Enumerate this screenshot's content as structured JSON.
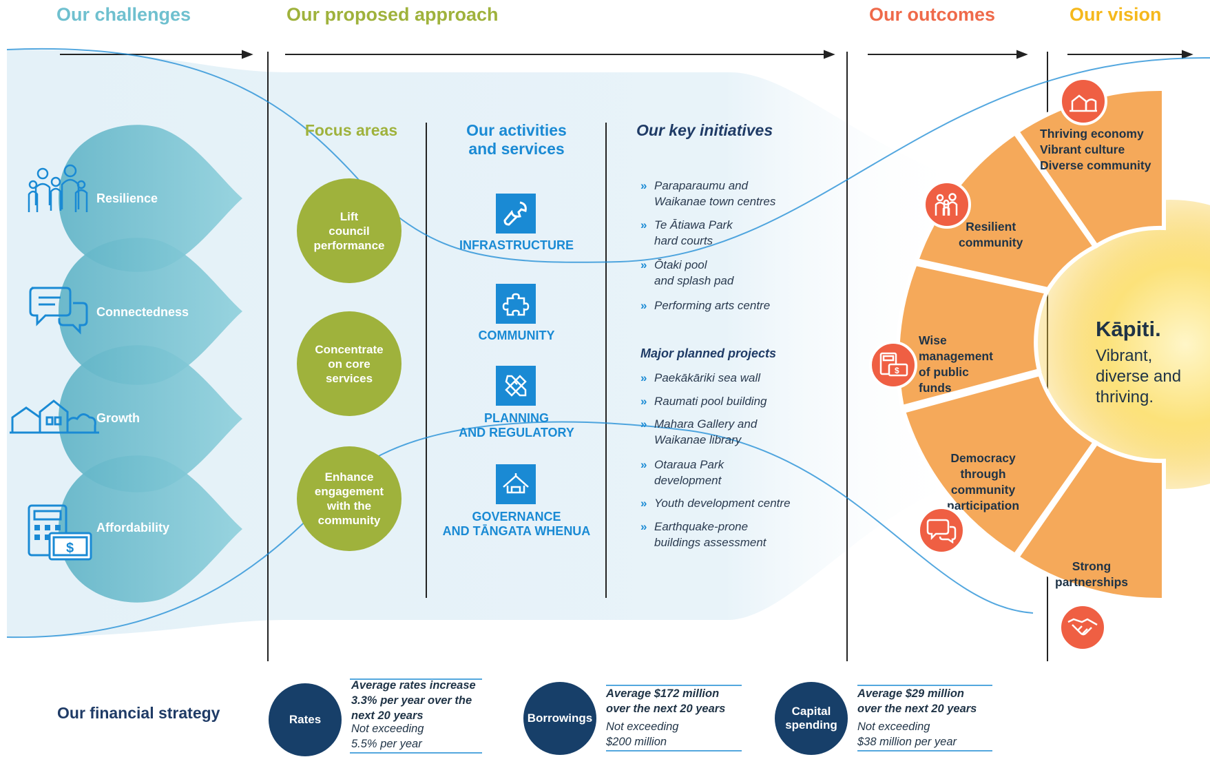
{
  "headers": {
    "challenges": "Our challenges",
    "approach": "Our proposed approach",
    "outcomes": "Our outcomes",
    "vision": "Our vision"
  },
  "challenges": [
    {
      "label": "Resilience",
      "icon": "family-icon"
    },
    {
      "label": "Connectedness",
      "icon": "speech-bubbles-icon"
    },
    {
      "label": "Growth",
      "icon": "houses-icon"
    },
    {
      "label": "Affordability",
      "icon": "calculator-money-icon"
    }
  ],
  "approach": {
    "focus_title": "Focus areas",
    "activities_title": "Our activities\nand services",
    "initiatives_title": "Our key initiatives",
    "focus_areas": [
      "Lift\ncouncil\nperformance",
      "Concentrate\non core\nservices",
      "Enhance\nengagement\nwith the\ncommunity"
    ],
    "activities": [
      {
        "label": "INFRASTRUCTURE",
        "icon": "wrench-icon"
      },
      {
        "label": "COMMUNITY",
        "icon": "puzzle-icon"
      },
      {
        "label": "PLANNING\nAND REGULATORY",
        "icon": "ruler-pencil-icon"
      },
      {
        "label": "GOVERNANCE\nAND TĀNGATA WHENUA",
        "icon": "marae-icon"
      }
    ],
    "key_initiatives": [
      "Paraparaumu and\nWaikanae town centres",
      "Te Ātiawa Park\nhard courts",
      "Ōtaki pool\nand splash pad",
      "Performing arts centre"
    ],
    "major_projects_title": "Major planned projects",
    "major_projects": [
      "Paekākāriki sea wall",
      "Raumati pool building",
      "Mahara Gallery and\nWaikanae library",
      "Otaraua Park\ndevelopment",
      "Youth development centre",
      "Earthquake-prone\nbuildings assessment"
    ]
  },
  "outcomes": [
    {
      "label": "Thriving economy\nVibrant culture\nDiverse community",
      "icon": "town-icon"
    },
    {
      "label": "Resilient\ncommunity",
      "icon": "family-icon"
    },
    {
      "label": "Wise\nmanagement\nof public\nfunds",
      "icon": "calculator-money-icon"
    },
    {
      "label": "Democracy\nthrough\ncommunity\nparticipation",
      "icon": "speech-bubbles-icon"
    },
    {
      "label": "Strong\npartnerships",
      "icon": "handshake-icon"
    }
  ],
  "vision": {
    "title": "Kāpiti.",
    "text": "Vibrant,\ndiverse and\nthriving."
  },
  "financial": {
    "title": "Our financial strategy",
    "items": [
      {
        "name": "Rates",
        "headline": "Average rates increase\n3.3% per year over the\nnext 20 years",
        "limit": "Not exceeding\n5.5% per year"
      },
      {
        "name": "Borrowings",
        "headline": "Average $172 million\nover the next 20 years",
        "limit": "Not exceeding\n$200 million"
      },
      {
        "name": "Capital\nspending",
        "headline": "Average $29 million\nover the next 20 years",
        "limit": "Not exceeding\n$38 million per year"
      }
    ]
  },
  "colors": {
    "challenges": "#6fc0cf",
    "approach": "#9fb23c",
    "outcomes": "#ef6a4a",
    "vision": "#f5b81c",
    "blue": "#1a8ad4",
    "orange_segment": "#f5a95a",
    "navy": "#173f69"
  }
}
